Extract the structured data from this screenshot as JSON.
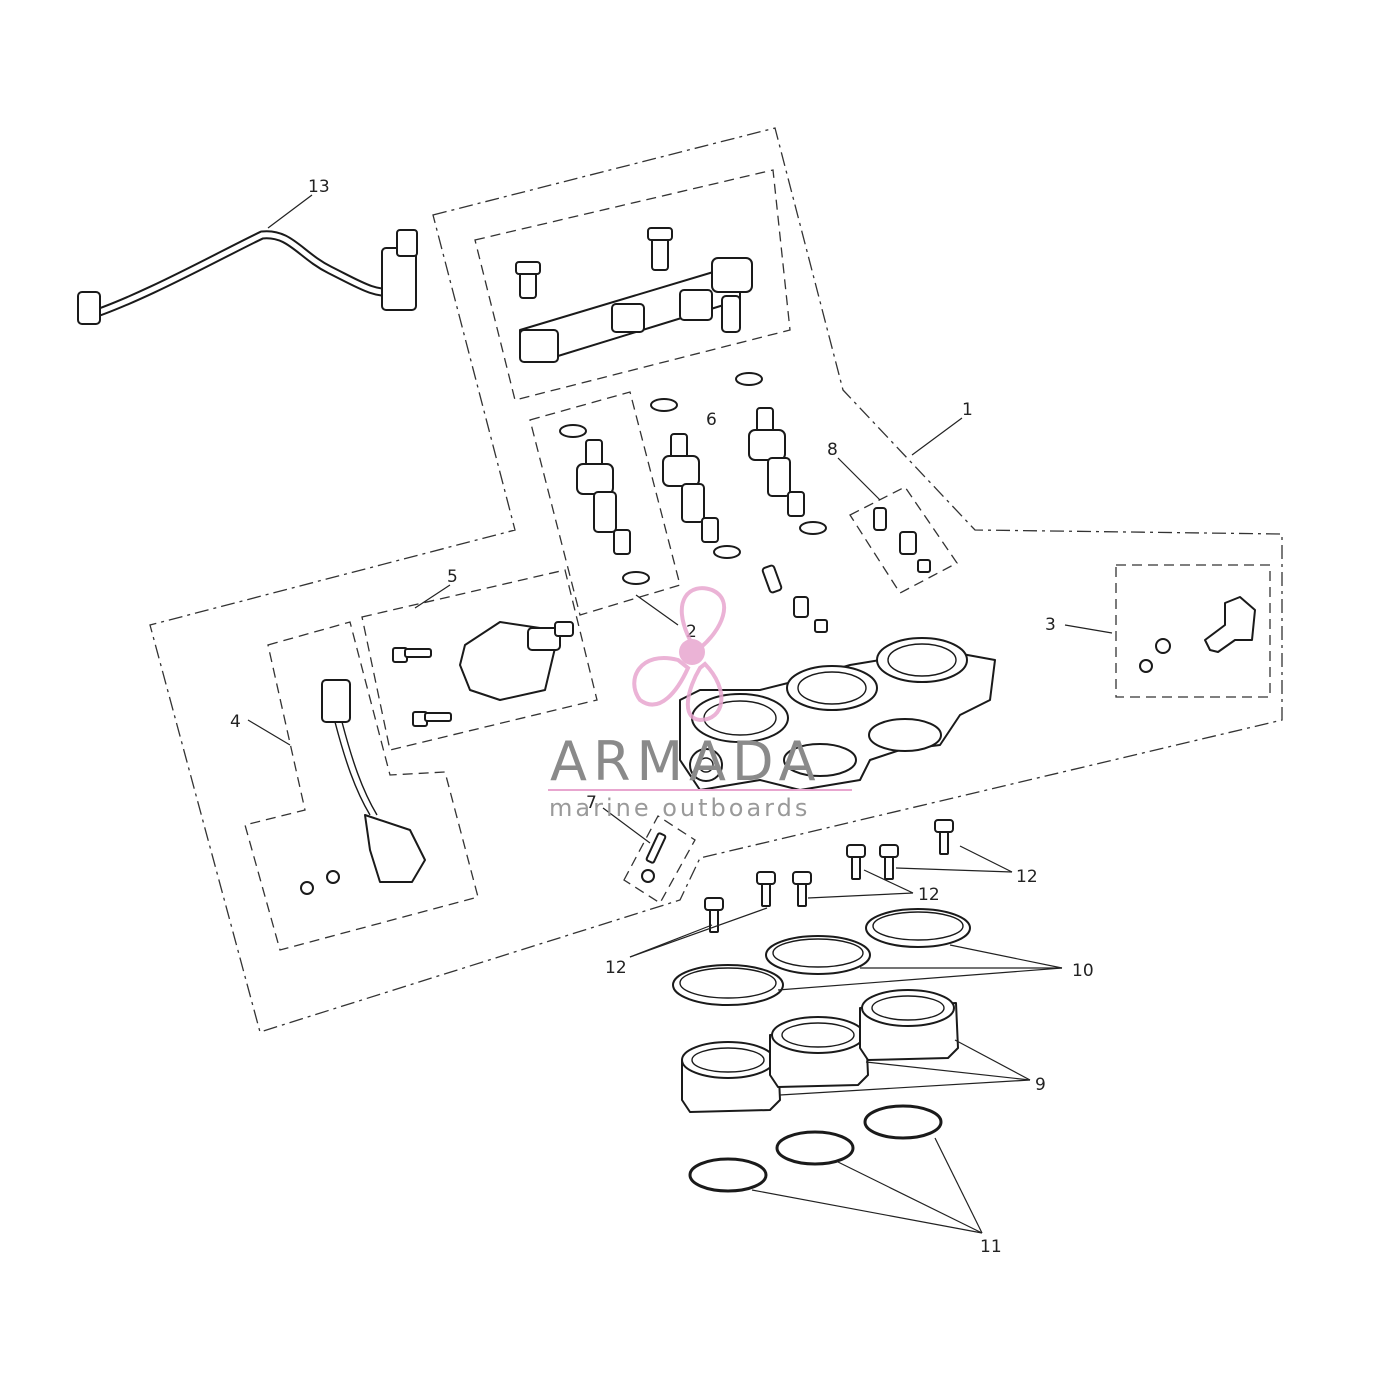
{
  "callouts": {
    "c1": "1",
    "c2": "2",
    "c3": "3",
    "c4": "4",
    "c5": "5",
    "c6": "6",
    "c7": "7",
    "c8": "8",
    "c9": "9",
    "c10": "10",
    "c11": "11",
    "c12a": "12",
    "c12b": "12",
    "c12c": "12",
    "c13": "13"
  },
  "watermark": {
    "word": "ARMADA",
    "subtitle": "marine outboards",
    "logo_color": "#e8a6cf",
    "text_color": "#8a8a8a"
  },
  "icons": {
    "throttle_body": "throttle-body-assembly-icon",
    "injector": "fuel-injector-icon",
    "fuel_rail": "fuel-rail-icon",
    "fuel_hose": "fuel-hose-icon"
  }
}
